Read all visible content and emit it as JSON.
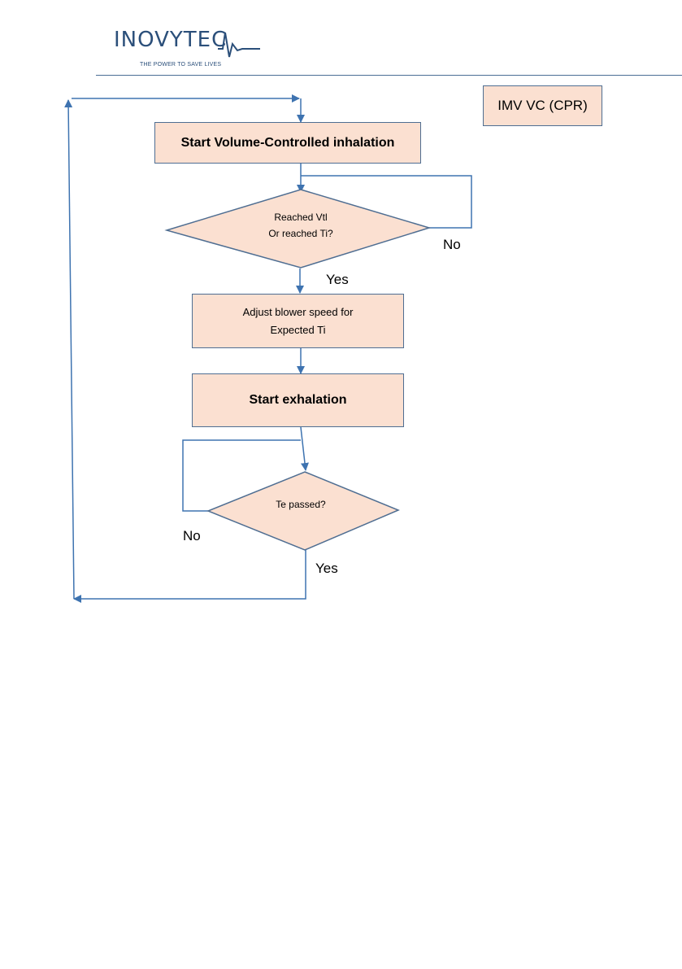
{
  "header": {
    "logo_word": "INOVYTEC",
    "logo_tagline": "THE POWER TO SAVE LIVES"
  },
  "diagram": {
    "mode_label": "IMV VC (CPR)",
    "start_inhalation": "Start Volume-Controlled inhalation",
    "decision_1_line1": "Reached Vtl",
    "decision_1_line2": "Or reached Ti?",
    "decision_1_no": "No",
    "decision_1_yes": "Yes",
    "adjust_line1": "Adjust blower speed for",
    "adjust_line2": "Expected Ti",
    "start_exhalation": "Start exhalation",
    "decision_2": "Te passed?",
    "decision_2_no": "No",
    "decision_2_yes": "Yes"
  },
  "colors": {
    "box_fill": "#fbe0d1",
    "box_border": "#4f6e92",
    "arrow": "#3e73b0",
    "brand": "#2b4f7a"
  }
}
